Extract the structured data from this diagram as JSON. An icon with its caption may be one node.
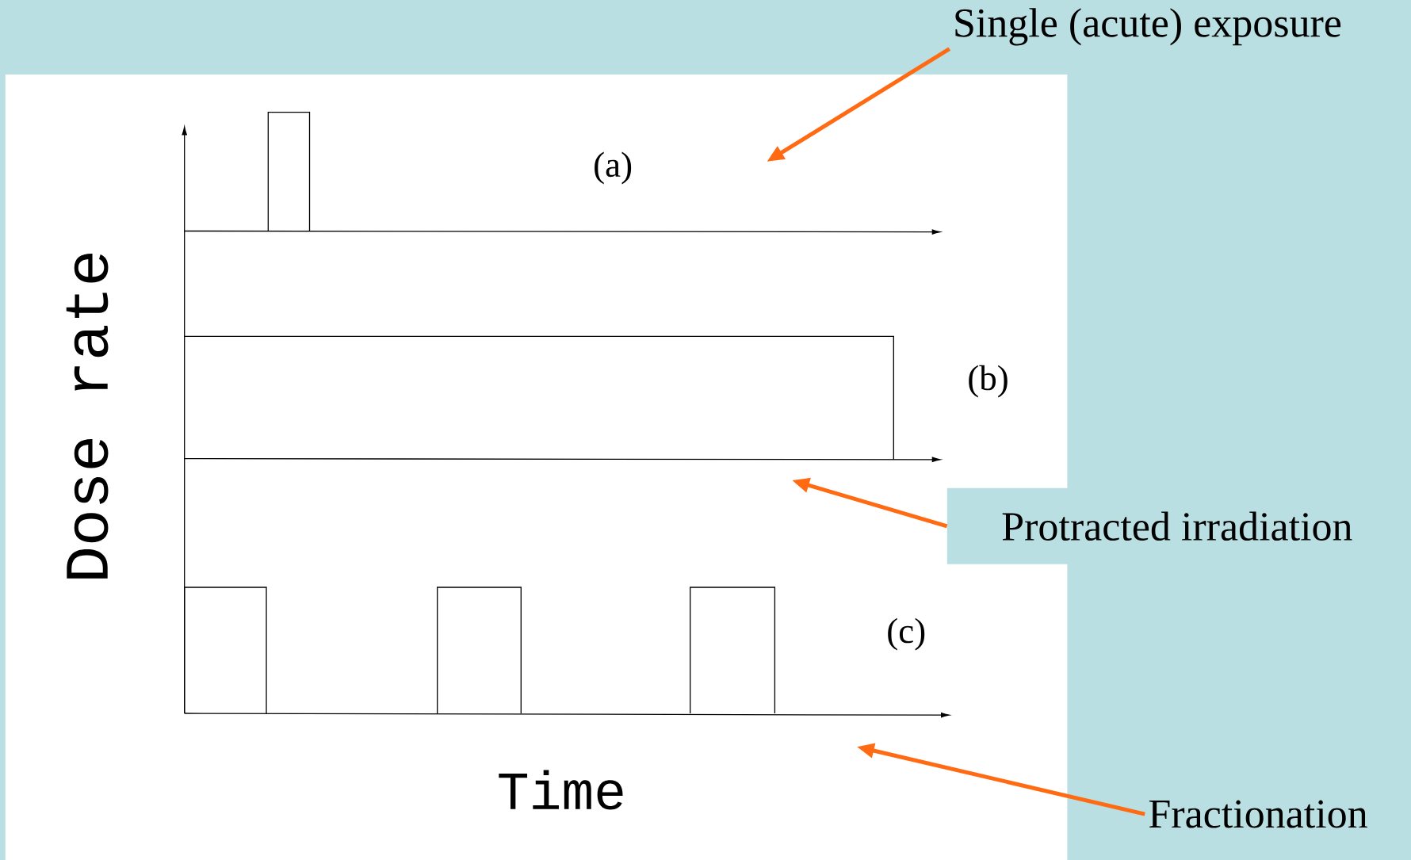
{
  "diagram": {
    "nodes": [
      {
        "text": [
          "Single (acute) exposure"
        ]
      },
      {
        "text": [
          "Protracted irradiation"
        ]
      },
      {
        "text": [
          "Fractionation"
        ]
      }
    ],
    "edges": [
      {
        "from": 0,
        "to": null,
        "arrow": "to",
        "color": "#ff6a13"
      },
      {
        "from": 1,
        "to": null,
        "arrow": "to",
        "color": "#ff6a13"
      },
      {
        "from": 2,
        "to": null,
        "arrow": "to",
        "color": "#ff6a13"
      }
    ],
    "labels": [
      "(a)",
      "(b)",
      "(c)",
      "Dose rate",
      "Time"
    ]
  }
}
